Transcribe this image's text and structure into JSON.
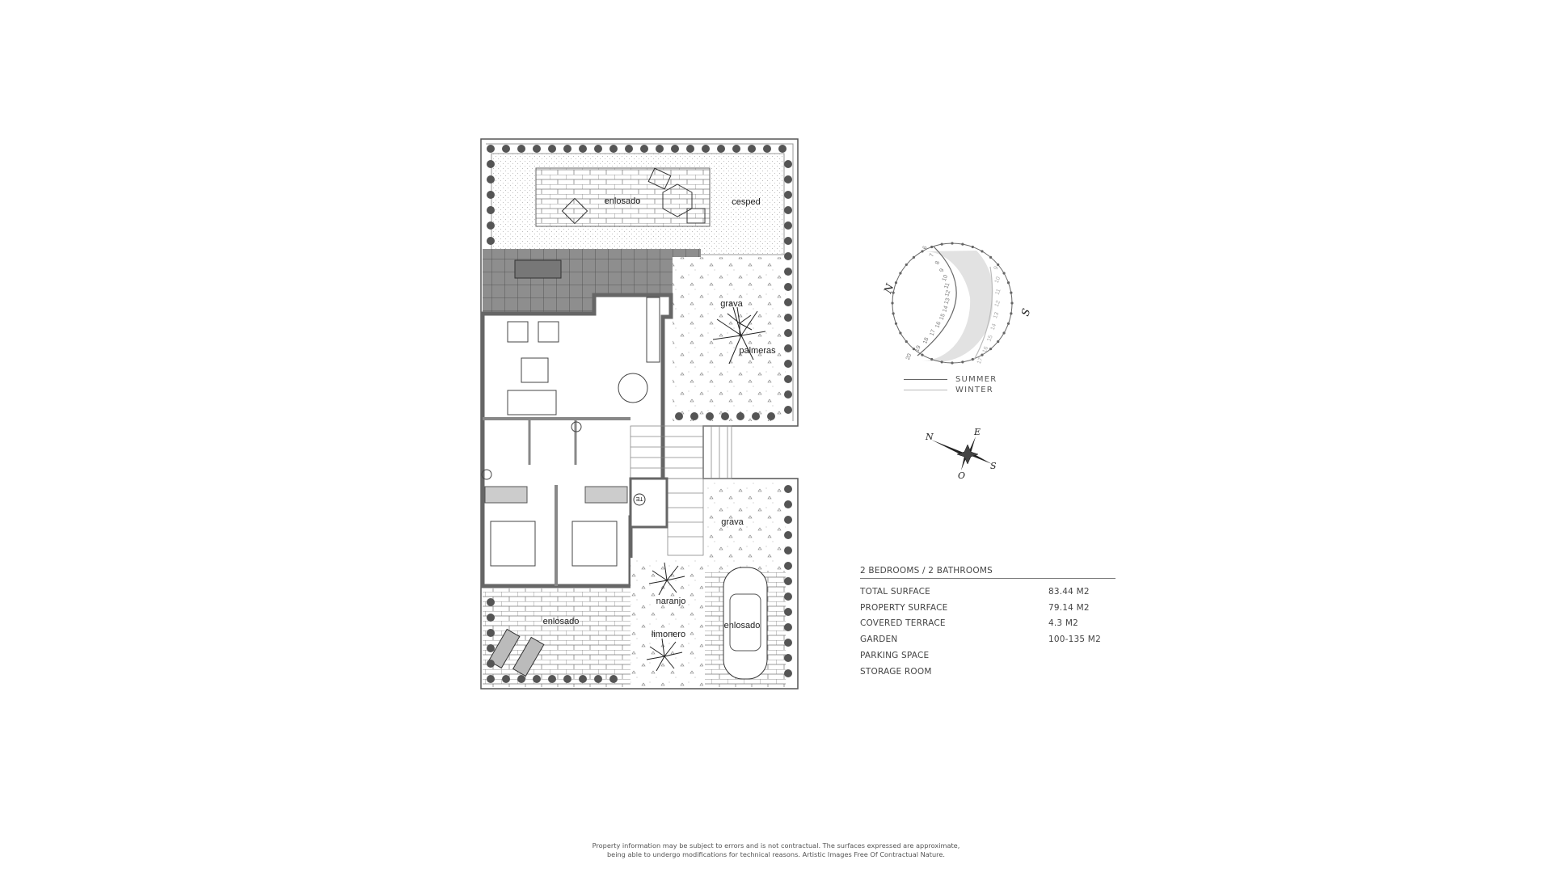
{
  "plan": {
    "labels": {
      "enlosado_top": "enlosado",
      "cesped": "cesped",
      "grava_top": "grava",
      "palmeras": "palmeras",
      "grava_bottom": "grava",
      "naranjo": "naranjo",
      "limonero": "limonero",
      "enlosado_bottom": "enlosado",
      "enlosado_parking": "enlosado",
      "te": "TE"
    }
  },
  "sun_chart": {
    "north": "N",
    "south": "S",
    "summer_hours": [
      "6",
      "7",
      "8",
      "9",
      "10",
      "11",
      "12",
      "13",
      "14",
      "15",
      "16",
      "17",
      "18",
      "19",
      "20"
    ],
    "winter_hours": [
      "9",
      "10",
      "11",
      "12",
      "13",
      "14",
      "15",
      "16",
      "17"
    ],
    "legend": {
      "summer": "SUMMER",
      "winter": "WINTER"
    },
    "colors": {
      "summer": "#666666",
      "winter": "#bbbbbb",
      "fill": "#e2e2e2"
    }
  },
  "compass": {
    "n": "N",
    "e": "E",
    "s": "S",
    "o": "O"
  },
  "specs": {
    "title": "2 BEDROOMS / 2 BATHROOMS",
    "rows": [
      {
        "label": "TOTAL SURFACE",
        "value": "83.44 M2"
      },
      {
        "label": "PROPERTY SURFACE",
        "value": "79.14 M2"
      },
      {
        "label": "COVERED TERRACE",
        "value": "4.3 M2"
      },
      {
        "label": "GARDEN",
        "value": "100-135 M2"
      },
      {
        "label": "PARKING SPACE",
        "value": ""
      },
      {
        "label": "STORAGE ROOM",
        "value": ""
      }
    ]
  },
  "footer": {
    "line1": "Property information may be subject to errors and is not contractual. The surfaces expressed are approximate,",
    "line2": "being able to undergo modifications for technical reasons. Artistic Images Free Of Contractual Nature."
  }
}
